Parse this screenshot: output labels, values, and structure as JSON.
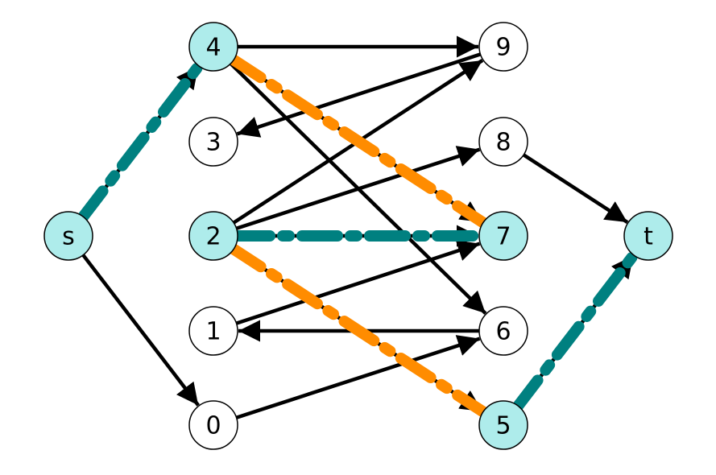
{
  "colors": {
    "highlight_node_fill": "#aeeceb",
    "plain_node_fill": "#ffffff",
    "node_stroke": "#000000",
    "edge": "#000000",
    "teal_path": "#008080",
    "orange_path": "#ff8c00"
  },
  "nodes": [
    {
      "id": "s",
      "label": "s",
      "highlighted": true
    },
    {
      "id": "4",
      "label": "4",
      "highlighted": true
    },
    {
      "id": "3",
      "label": "3",
      "highlighted": false
    },
    {
      "id": "2",
      "label": "2",
      "highlighted": true
    },
    {
      "id": "1",
      "label": "1",
      "highlighted": false
    },
    {
      "id": "0",
      "label": "0",
      "highlighted": false
    },
    {
      "id": "9",
      "label": "9",
      "highlighted": false
    },
    {
      "id": "8",
      "label": "8",
      "highlighted": false
    },
    {
      "id": "7",
      "label": "7",
      "highlighted": true
    },
    {
      "id": "6",
      "label": "6",
      "highlighted": false
    },
    {
      "id": "5",
      "label": "5",
      "highlighted": true
    },
    {
      "id": "t",
      "label": "t",
      "highlighted": true
    }
  ],
  "edges": [
    {
      "from": "s",
      "to": "4"
    },
    {
      "from": "s",
      "to": "0"
    },
    {
      "from": "4",
      "to": "9"
    },
    {
      "from": "4",
      "to": "7"
    },
    {
      "from": "4",
      "to": "6"
    },
    {
      "from": "9",
      "to": "3"
    },
    {
      "from": "2",
      "to": "9"
    },
    {
      "from": "2",
      "to": "8"
    },
    {
      "from": "2",
      "to": "7"
    },
    {
      "from": "2",
      "to": "5"
    },
    {
      "from": "1",
      "to": "7"
    },
    {
      "from": "6",
      "to": "1"
    },
    {
      "from": "0",
      "to": "6"
    },
    {
      "from": "8",
      "to": "t"
    },
    {
      "from": "5",
      "to": "t"
    }
  ],
  "highlighted_paths": [
    {
      "color": "teal_path",
      "edges": [
        [
          "s",
          "4"
        ],
        [
          "2",
          "7"
        ],
        [
          "5",
          "t"
        ]
      ]
    },
    {
      "color": "orange_path",
      "edges": [
        [
          "4",
          "7"
        ],
        [
          "2",
          "5"
        ]
      ]
    }
  ]
}
